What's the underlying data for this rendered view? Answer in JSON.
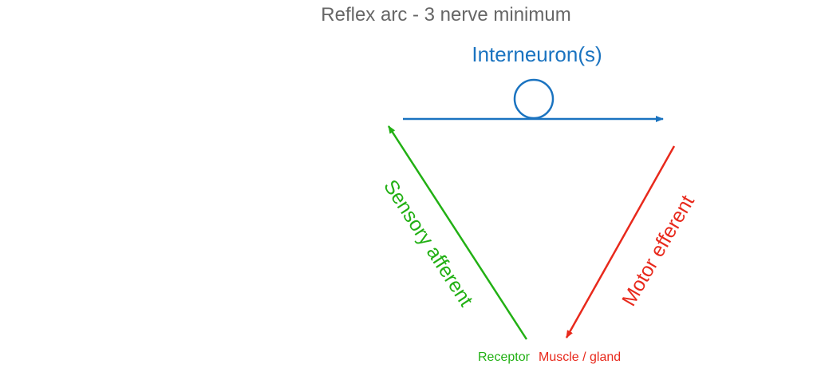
{
  "title": "Reflex arc - 3 nerve minimum",
  "interneuron_label": "Interneuron(s)",
  "sensory_label": "Sensory afferent",
  "motor_label": "Motor efferent",
  "receptor_label": "Receptor",
  "effector_label": "Muscle / gland",
  "colors": {
    "title": "#666666",
    "interneuron": "#1a73c0",
    "sensory": "#22b014",
    "motor": "#e8291c"
  }
}
